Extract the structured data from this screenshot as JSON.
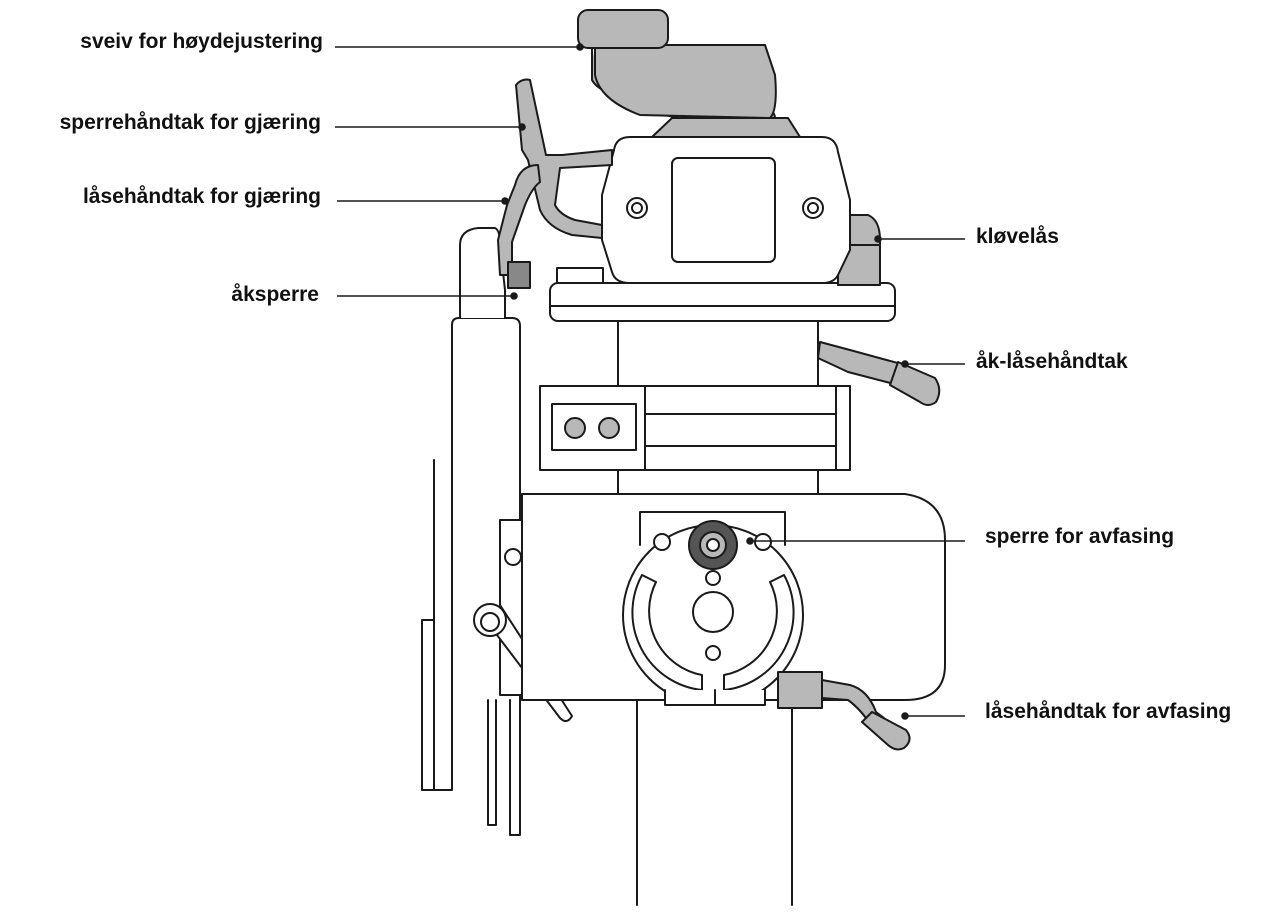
{
  "colors": {
    "line": "#1a1a1a",
    "part_fill": "#ffffff",
    "handle_fill": "#b8b8b8",
    "dark_part": "#555555",
    "text": "#111111"
  },
  "labels": {
    "height_crank": "sveiv for høydejustering",
    "miter_detent_handle": "sperrehåndtak for gjæring",
    "miter_lock_handle": "låsehåndtak for gjæring",
    "yoke_detent": "åksperre",
    "clevis_lock": "kløvelås",
    "yoke_lock_handle": "åk-låsehåndtak",
    "bevel_detent": "sperre for avfasing",
    "bevel_lock_handle": "låsehåndtak for avfasing"
  }
}
